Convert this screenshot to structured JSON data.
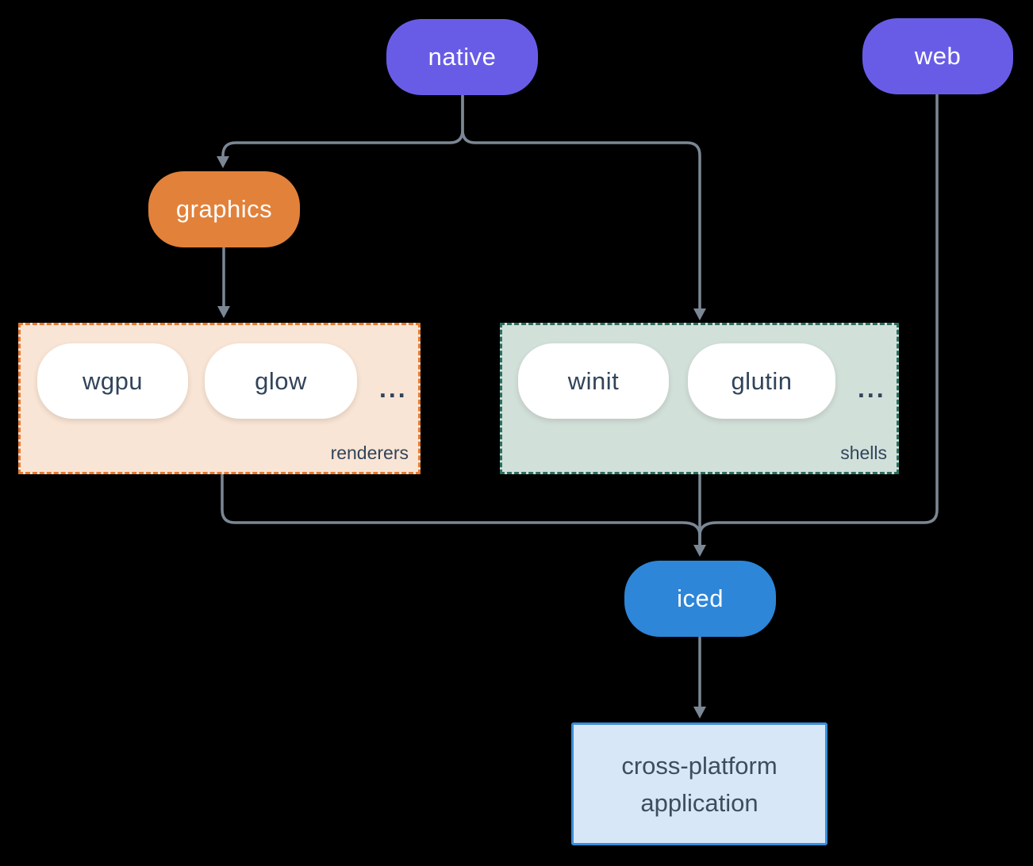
{
  "nodes": {
    "native": {
      "label": "native"
    },
    "web": {
      "label": "web"
    },
    "graphics": {
      "label": "graphics"
    },
    "iced": {
      "label": "iced"
    },
    "application": {
      "line1": "cross-platform",
      "line2": "application"
    }
  },
  "groups": {
    "renderers": {
      "label": "renderers",
      "items": [
        "wgpu",
        "glow"
      ],
      "ellipsis": "..."
    },
    "shells": {
      "label": "shells",
      "items": [
        "winit",
        "glutin"
      ],
      "ellipsis": "..."
    }
  },
  "colors": {
    "background": "#000000",
    "purple": "#685ce7",
    "orange": "#e2813a",
    "orange-border": "#e8792f",
    "peach": "#f9e5d5",
    "teal-border": "#2a6f60",
    "sage": "#d2e0da",
    "blue": "#2d86d8",
    "app-fill": "#d7e7f7",
    "app-border": "#3a8ed8",
    "app-text": "#3d4d5e",
    "ink": "#31445a",
    "line": "#7b8794"
  }
}
